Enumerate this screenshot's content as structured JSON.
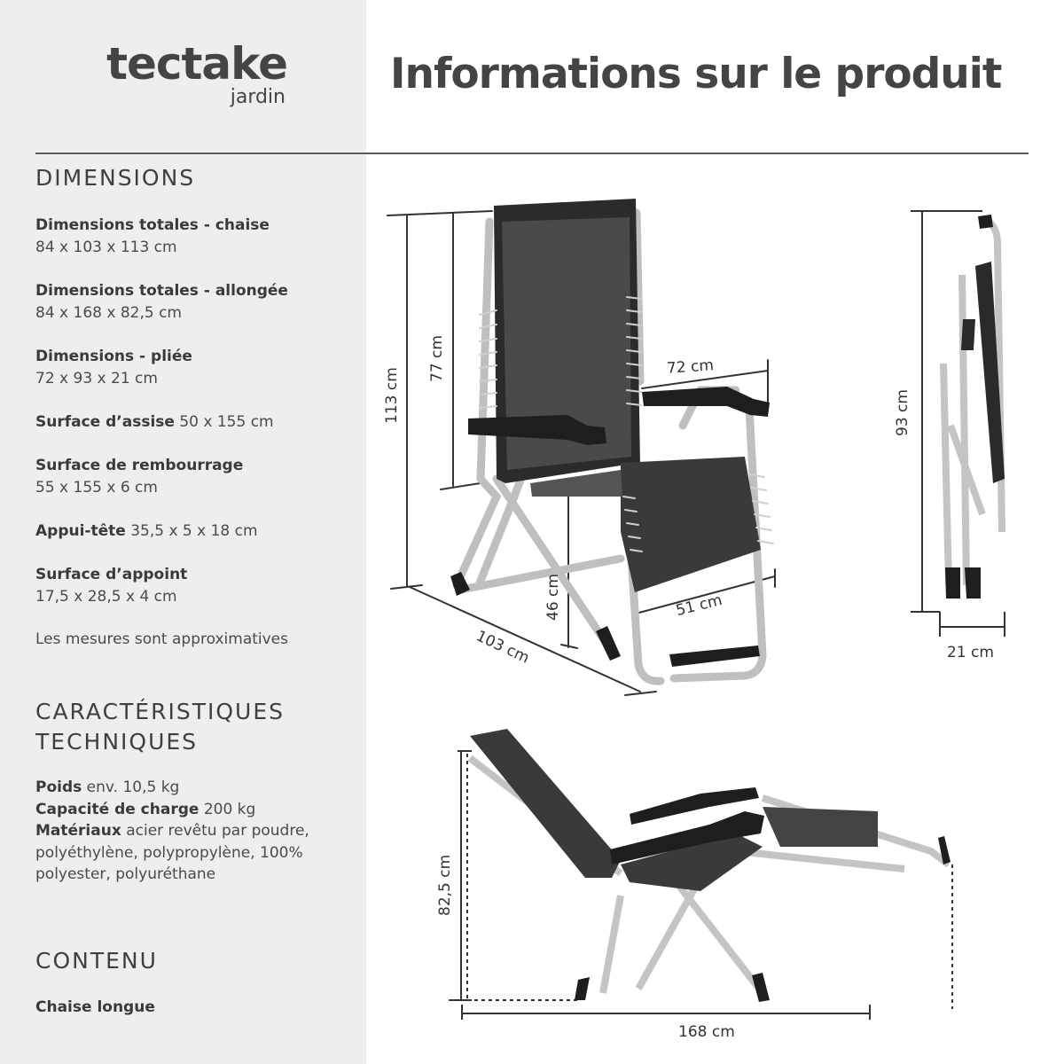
{
  "brand": {
    "name": "tectake",
    "sub": "jardin"
  },
  "page_title": "Informations sur le produit",
  "sections": {
    "dimensions": {
      "title": "DIMENSIONS",
      "items": [
        {
          "label": "Dimensions totales - chaise",
          "value": "84 x 103 x 113 cm"
        },
        {
          "label": "Dimensions totales - allongée",
          "value": "84 x 168 x 82,5 cm"
        },
        {
          "label": "Dimensions - pliée",
          "value": "72 x 93 x 21 cm"
        },
        {
          "label": "Surface d’assise",
          "value": "50 x 155 cm"
        },
        {
          "label": "Surface de rembourrage",
          "value": "55 x 155 x 6 cm"
        },
        {
          "label": "Appui-tête",
          "value": "35,5 x 5 x 18 cm"
        },
        {
          "label": "Surface d’appoint",
          "value": "17,5 x 28,5 x 4 cm"
        }
      ],
      "note": "Les mesures sont approximatives"
    },
    "technical": {
      "title_line1": "CARACTÉRISTIQUES",
      "title_line2": "TECHNIQUES",
      "items": [
        {
          "label": "Poids",
          "value": "env. 10,5 kg"
        },
        {
          "label": "Capacité de charge",
          "value": "200 kg"
        },
        {
          "label": "Matériaux",
          "value": "acier revêtu par poudre, polyéthylène, polypropylène, 100% polyester, polyuréthane"
        }
      ]
    },
    "contents": {
      "title": "CONTENU",
      "item": "Chaise longue"
    }
  },
  "diagram_labels": {
    "upright": {
      "total_height": "113 cm",
      "back_height": "77 cm",
      "width": "72 cm",
      "seat_height": "46 cm",
      "seat_width": "51 cm",
      "depth": "103 cm"
    },
    "folded": {
      "height": "93 cm",
      "depth": "21 cm"
    },
    "reclined": {
      "height": "82,5 cm",
      "length": "168 cm"
    }
  },
  "colors": {
    "sidebar_bg": "#eeeeee",
    "text": "#444444",
    "rule": "#5a5a5a"
  }
}
